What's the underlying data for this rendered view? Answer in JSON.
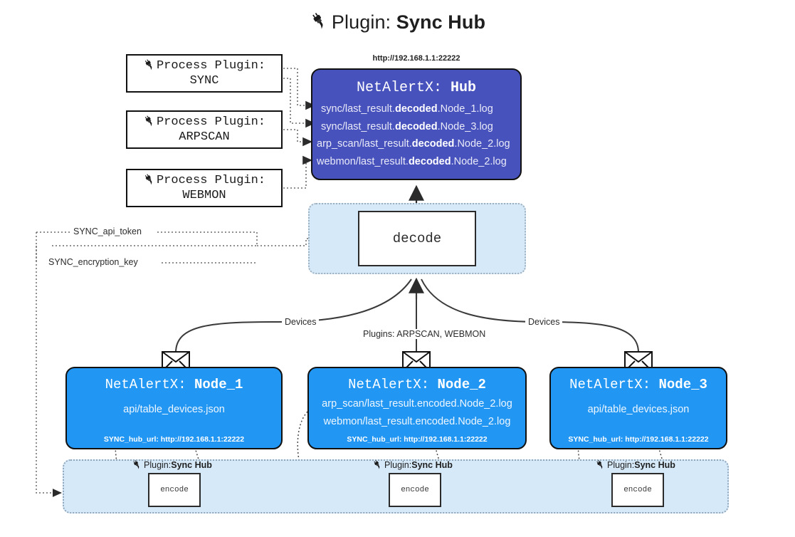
{
  "title": {
    "prefix": "Plugin: ",
    "name": "Sync Hub",
    "icon": "plug-icon"
  },
  "process_plugins": [
    {
      "label": "Process Plugin:",
      "name": "SYNC"
    },
    {
      "label": "Process Plugin:",
      "name": "ARPSCAN"
    },
    {
      "label": "Process Plugin:",
      "name": "WEBMON"
    }
  ],
  "hub": {
    "url": "http://192.168.1.1:22222",
    "title_prefix": "NetAlertX: ",
    "title_name": "Hub",
    "lines": [
      {
        "pre": "sync/last_result.",
        "em": "decoded",
        "post": ".Node_1.log"
      },
      {
        "pre": "sync/last_result.",
        "em": "decoded",
        "post": ".Node_3.log"
      },
      {
        "pre": "arp_scan/last_result.",
        "em": "decoded",
        "post": ".Node_2.log"
      },
      {
        "pre": "webmon/last_result.",
        "em": "decoded",
        "post": ".Node_2.log"
      }
    ]
  },
  "decode": {
    "label": "decode"
  },
  "secrets": [
    {
      "label": "SYNC_api_token"
    },
    {
      "label": "SYNC_encryption_key"
    }
  ],
  "edge_labels": {
    "devices_left": "Devices",
    "devices_right": "Devices",
    "plugins_center": "Plugins: ARPSCAN, WEBMON"
  },
  "nodes": [
    {
      "title_prefix": "NetAlertX: ",
      "title_name": "Node_1",
      "lines": [
        "api/table_devices.json"
      ],
      "hub_url": "SYNC_hub_url: http://192.168.1.1:22222"
    },
    {
      "title_prefix": "NetAlertX: ",
      "title_name": "Node_2",
      "lines": [
        "arp_scan/last_result.encoded.Node_2.log",
        "webmon/last_result.encoded.Node_2.log"
      ],
      "hub_url": "SYNC_hub_url: http://192.168.1.1:22222"
    },
    {
      "title_prefix": "NetAlertX: ",
      "title_name": "Node_3",
      "lines": [
        "api/table_devices.json"
      ],
      "hub_url": "SYNC_hub_url: http://192.168.1.1:22222"
    }
  ],
  "plugin_tags": [
    {
      "prefix": "Plugin: ",
      "name": "Sync Hub",
      "encode": "encode"
    },
    {
      "prefix": "Plugin: ",
      "name": "Sync Hub",
      "encode": "encode"
    },
    {
      "prefix": "Plugin: ",
      "name": "Sync Hub",
      "encode": "encode"
    }
  ],
  "colors": {
    "hub_fill": "#4852bd",
    "node_fill": "#2196f3",
    "container_fill": "#d6e9f9",
    "stroke": "#111111",
    "dotted_stroke": "#6b6b6b"
  }
}
